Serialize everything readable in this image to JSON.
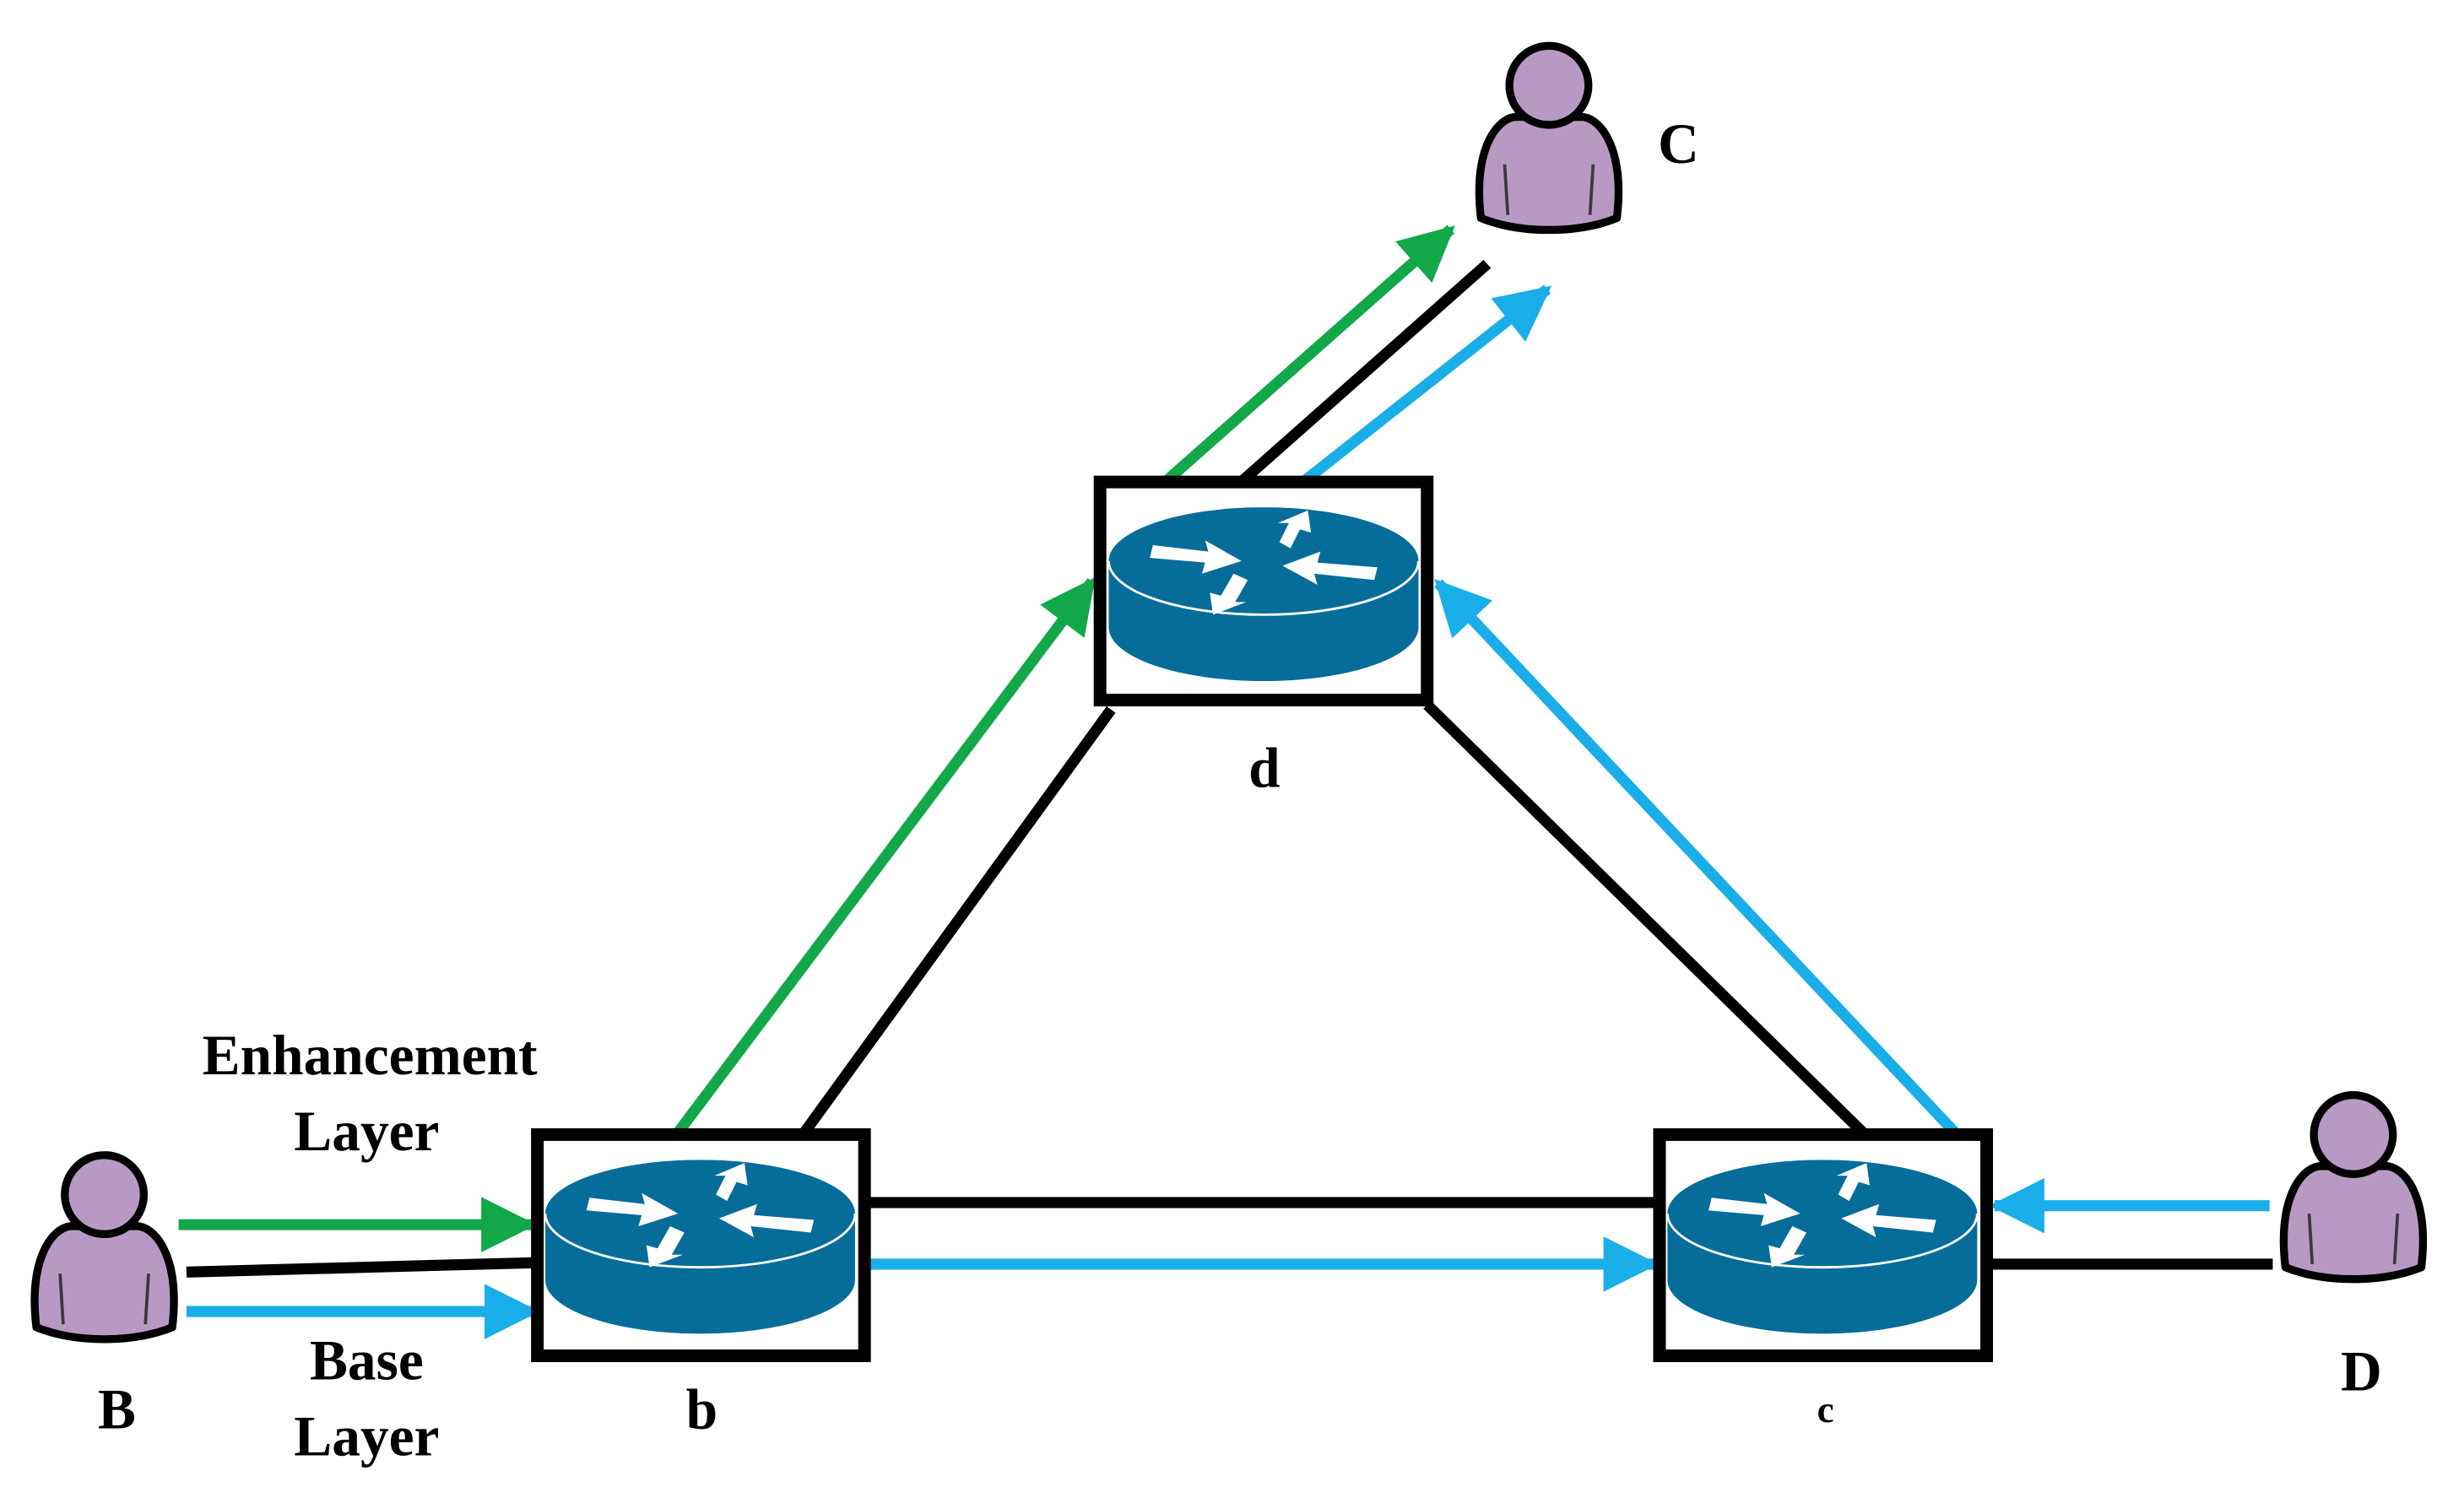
{
  "users": {
    "B": {
      "label": "B"
    },
    "C": {
      "label": "C"
    },
    "D": {
      "label": "D"
    }
  },
  "routers": {
    "b": {
      "label": "b"
    },
    "c": {
      "label": "c"
    },
    "d": {
      "label": "d"
    }
  },
  "legend": {
    "enhancement_line1": "Enhancement",
    "enhancement_line2": "Layer",
    "base_line1": "Base",
    "base_line2": "Layer"
  },
  "colors": {
    "enhancement": "#12a84a",
    "base": "#1aaee8",
    "link": "#000000",
    "router": "#066d9a",
    "user": "#b79ac4"
  }
}
